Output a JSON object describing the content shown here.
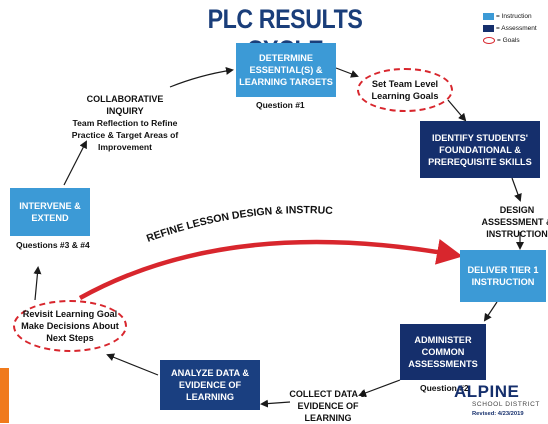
{
  "title": "PLC RESULTS CYCLE",
  "legend": [
    {
      "label": "= Instruction",
      "swatch": "light"
    },
    {
      "label": "= Assessment",
      "swatch": "dark"
    },
    {
      "label": "= Goals",
      "swatch": "oval"
    }
  ],
  "colors": {
    "instruction": "#3c9ad6",
    "assessment": "#152f6c",
    "goals": "#d8262d",
    "arrow": "#d8262d",
    "title": "#1a3e7a"
  },
  "steps": {
    "determine": "DETERMINE ESSENTIAL(S) & LEARNING TARGETS",
    "question1": "Question #1",
    "set_goals": "Set Team Level Learning Goals",
    "identify": "IDENTIFY STUDENTS' FOUNDATIONAL & PREREQUISITE SKILLS",
    "design": "DESIGN ASSESSMENT & INSTRUCTION",
    "deliver": "DELIVER TIER 1 INSTRUCTION",
    "administer": "ADMINISTER COMMON ASSESSMENTS",
    "question2": "Question #2",
    "collect": "COLLECT DATA & EVIDENCE OF LEARNING",
    "analyze": "ANALYZE DATA & EVIDENCE OF LEARNING",
    "revisit": "Revisit Learning Goal Make Decisions About Next Steps",
    "intervene": "INTERVENE & EXTEND",
    "question34": "Questions #3 & #4",
    "collab_title": "COLLABORATIVE INQUIRY",
    "collab_body": "Team Reflection to Refine Practice & Target Areas of Improvement"
  },
  "refine_label": "REFINE LESSON DESIGN & INSTRUCTION",
  "logo": {
    "name": "ALPINE",
    "district": "SCHOOL DISTRICT",
    "revised": "Revised: 4/23/2019"
  }
}
